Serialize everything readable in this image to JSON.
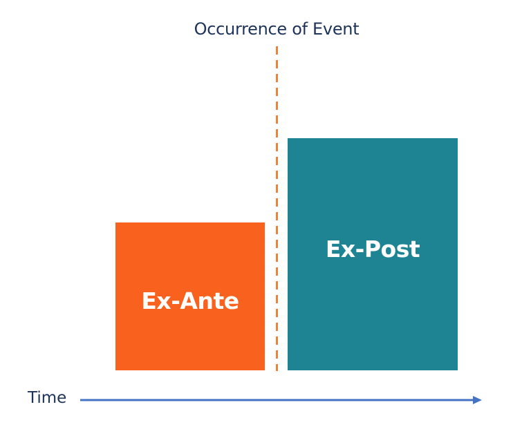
{
  "diagram": {
    "event_marker": {
      "label": "Occurrence of Event",
      "style": "dashed",
      "color": "#f0813a"
    },
    "boxes": [
      {
        "label": "Ex-Ante",
        "color": "#f8621e",
        "position": "before event"
      },
      {
        "label": "Ex-Post",
        "color": "#1e8494",
        "position": "after event"
      }
    ],
    "axis": {
      "label": "Time",
      "color": "#4472c4",
      "direction": "right"
    },
    "text_color": "#1d3359"
  }
}
